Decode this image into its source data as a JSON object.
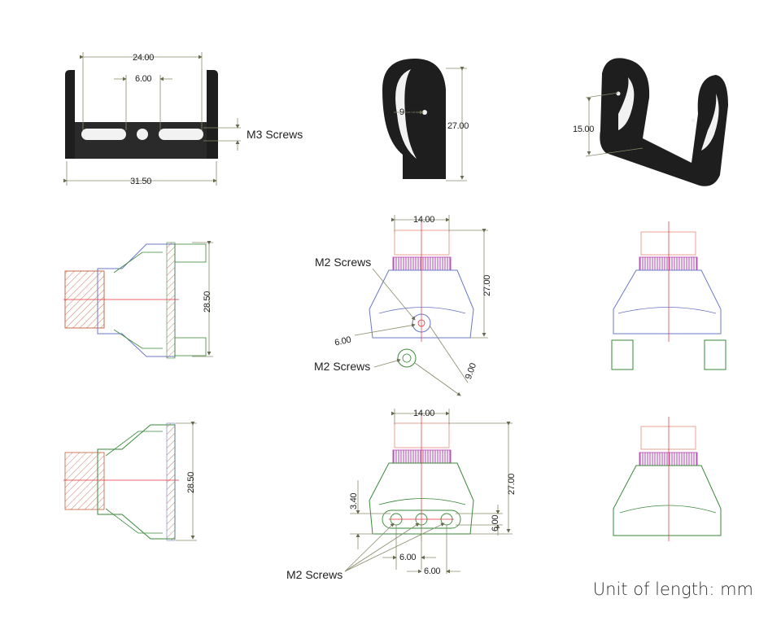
{
  "bracket_views": {
    "front": {
      "width_outer": "31.50",
      "width_inner": "24.00",
      "slot_gap": "6.00",
      "screw_label": "M3 Screws"
    },
    "side": {
      "hole_offset": "9.00",
      "height": "27.00"
    },
    "iso": {
      "hole_height": "15.00"
    }
  },
  "camera_side_top": {
    "height": "28.50"
  },
  "camera_side_bottom": {
    "height": "28.50"
  },
  "camera_front_top": {
    "lens_width": "14.00",
    "height": "27.00",
    "hole_dia": "6.00",
    "offset": "9.00",
    "screw_label_1": "M2 Screws",
    "screw_label_2": "M2 Screws"
  },
  "camera_front_bottom": {
    "lens_width": "14.00",
    "height": "27.00",
    "hole_row_height": "3.40",
    "hole_dia": "6.00",
    "pitch_1": "6.00",
    "pitch_2": "6.00",
    "screw_label": "M2 Screws"
  },
  "footer": {
    "unit_text": "Unit of length: mm"
  },
  "colors": {
    "bracket": "#1e1e1e",
    "lens": "#e8a090",
    "ring": "#b040b0",
    "body_blue": "#6a78c8",
    "body_green": "#3a8a3a",
    "hatch": "#c06040"
  }
}
